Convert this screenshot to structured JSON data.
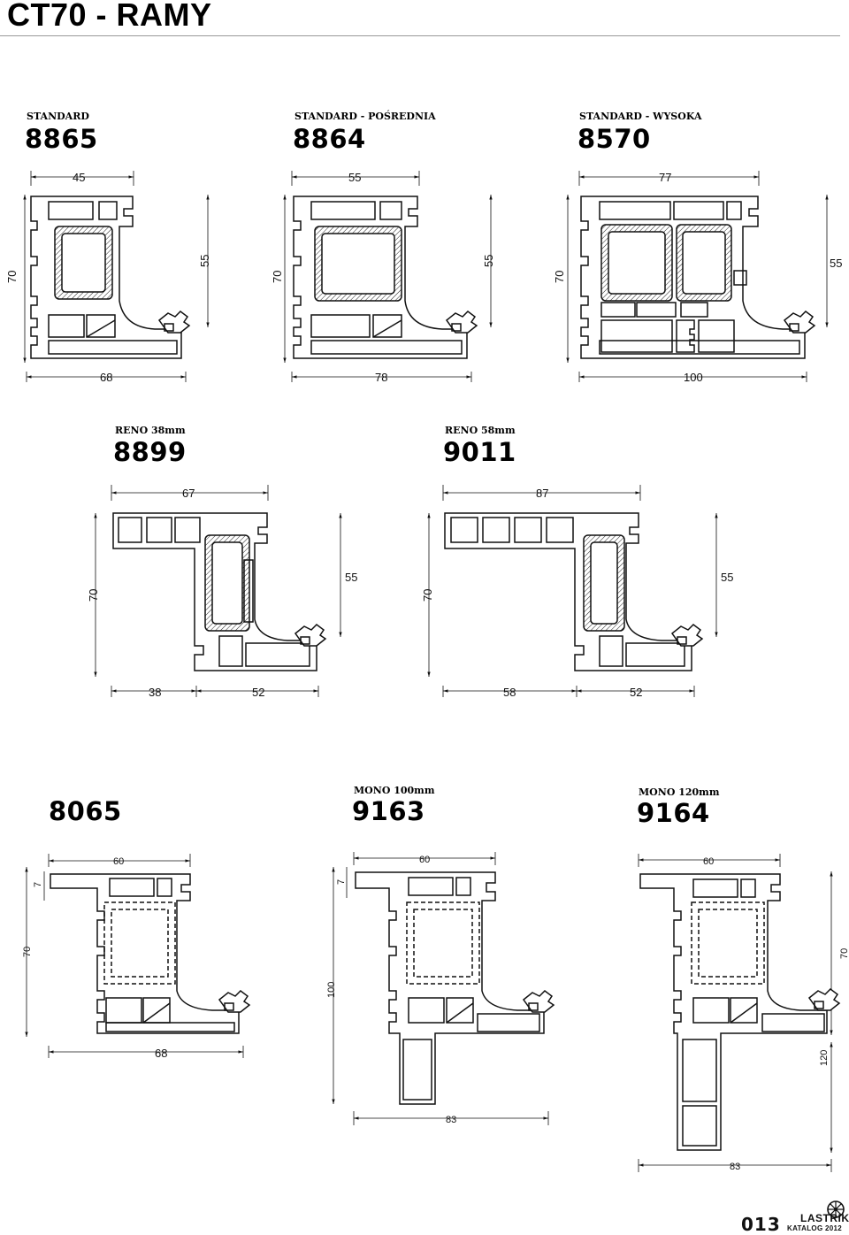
{
  "page": {
    "title": "CT70 - RAMY"
  },
  "profiles": [
    {
      "name": "STANDARD",
      "code": "8865",
      "dims": {
        "top": "45",
        "height": "70",
        "inner": "55",
        "bottom": "68"
      }
    },
    {
      "name": "STANDARD - POŚREDNIA",
      "code": "8864",
      "dims": {
        "top": "55",
        "height": "70",
        "inner": "55",
        "bottom": "78"
      }
    },
    {
      "name": "STANDARD - WYSOKA",
      "code": "8570",
      "dims": {
        "top": "77",
        "height": "70",
        "inner": "55",
        "bottom": "100"
      }
    },
    {
      "name": "RENO 38mm",
      "code": "8899",
      "dims": {
        "top": "67",
        "height": "70",
        "inner": "55",
        "bottom_left": "38",
        "bottom_right": "52"
      }
    },
    {
      "name": "RENO 58mm",
      "code": "9011",
      "dims": {
        "top": "87",
        "height": "70",
        "inner": "55",
        "bottom_left": "58",
        "bottom_right": "52"
      }
    },
    {
      "name": "",
      "code": "8065",
      "dims": {
        "top": "60",
        "small": "7",
        "height": "70",
        "bottom": "68"
      }
    },
    {
      "name": "MONO 100mm",
      "code": "9163",
      "dims": {
        "top": "60",
        "small": "7",
        "height": "100",
        "bottom": "83"
      }
    },
    {
      "name": "MONO 120mm",
      "code": "9164",
      "dims": {
        "top": "60",
        "height_right": "70",
        "height": "120",
        "bottom": "83"
      }
    }
  ],
  "footer": {
    "page_number": "013",
    "brand": "LASTRIK",
    "catalog": "KATALOG 2012"
  }
}
